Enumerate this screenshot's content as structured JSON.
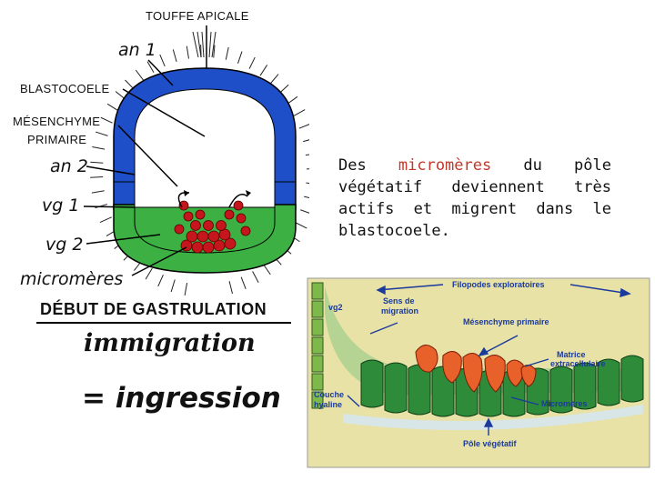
{
  "left_diagram": {
    "labels": {
      "touffe_apicale": "TOUFFE APICALE",
      "an1": "an 1",
      "blastocoele": "BLASTOCOELE",
      "mesenchyme_line1": "MÉSENCHYME",
      "mesenchyme_line2": "PRIMAIRE",
      "an2": "an 2",
      "vg1": "vg 1",
      "vg2": "vg 2",
      "micromeres": "micromères"
    },
    "title": "DÉBUT DE GASTRULATION",
    "colors": {
      "animal": "#1f4fc8",
      "vegetal": "#3cb043",
      "micromere": "#c4161c"
    }
  },
  "terms": {
    "immigration": "immigration",
    "ingression": "= ingression"
  },
  "description": {
    "before": "Des ",
    "highlight": "micromères",
    "after": " du pôle végétatif deviennent très actifs et migrent dans le blastocoele.",
    "highlight_color": "#c0392b"
  },
  "right_diagram": {
    "labels": {
      "filopodes": "Filopodes exploratoires",
      "vg2": "vg2",
      "sens_line1": "Sens de",
      "sens_line2": "migration",
      "mesenchyme": "Mésenchyme primaire",
      "matrice_line1": "Matrice",
      "matrice_line2": "extracellulaire",
      "couche_line1": "Couche",
      "couche_line2": "hyaline",
      "micromeres": "Micromères",
      "pole": "Pôle végétatif"
    },
    "colors": {
      "background": "#e8e2a6",
      "cells": "#2e8b3a",
      "migrating": "#e8602a",
      "labels": "#1a3a9c"
    }
  }
}
